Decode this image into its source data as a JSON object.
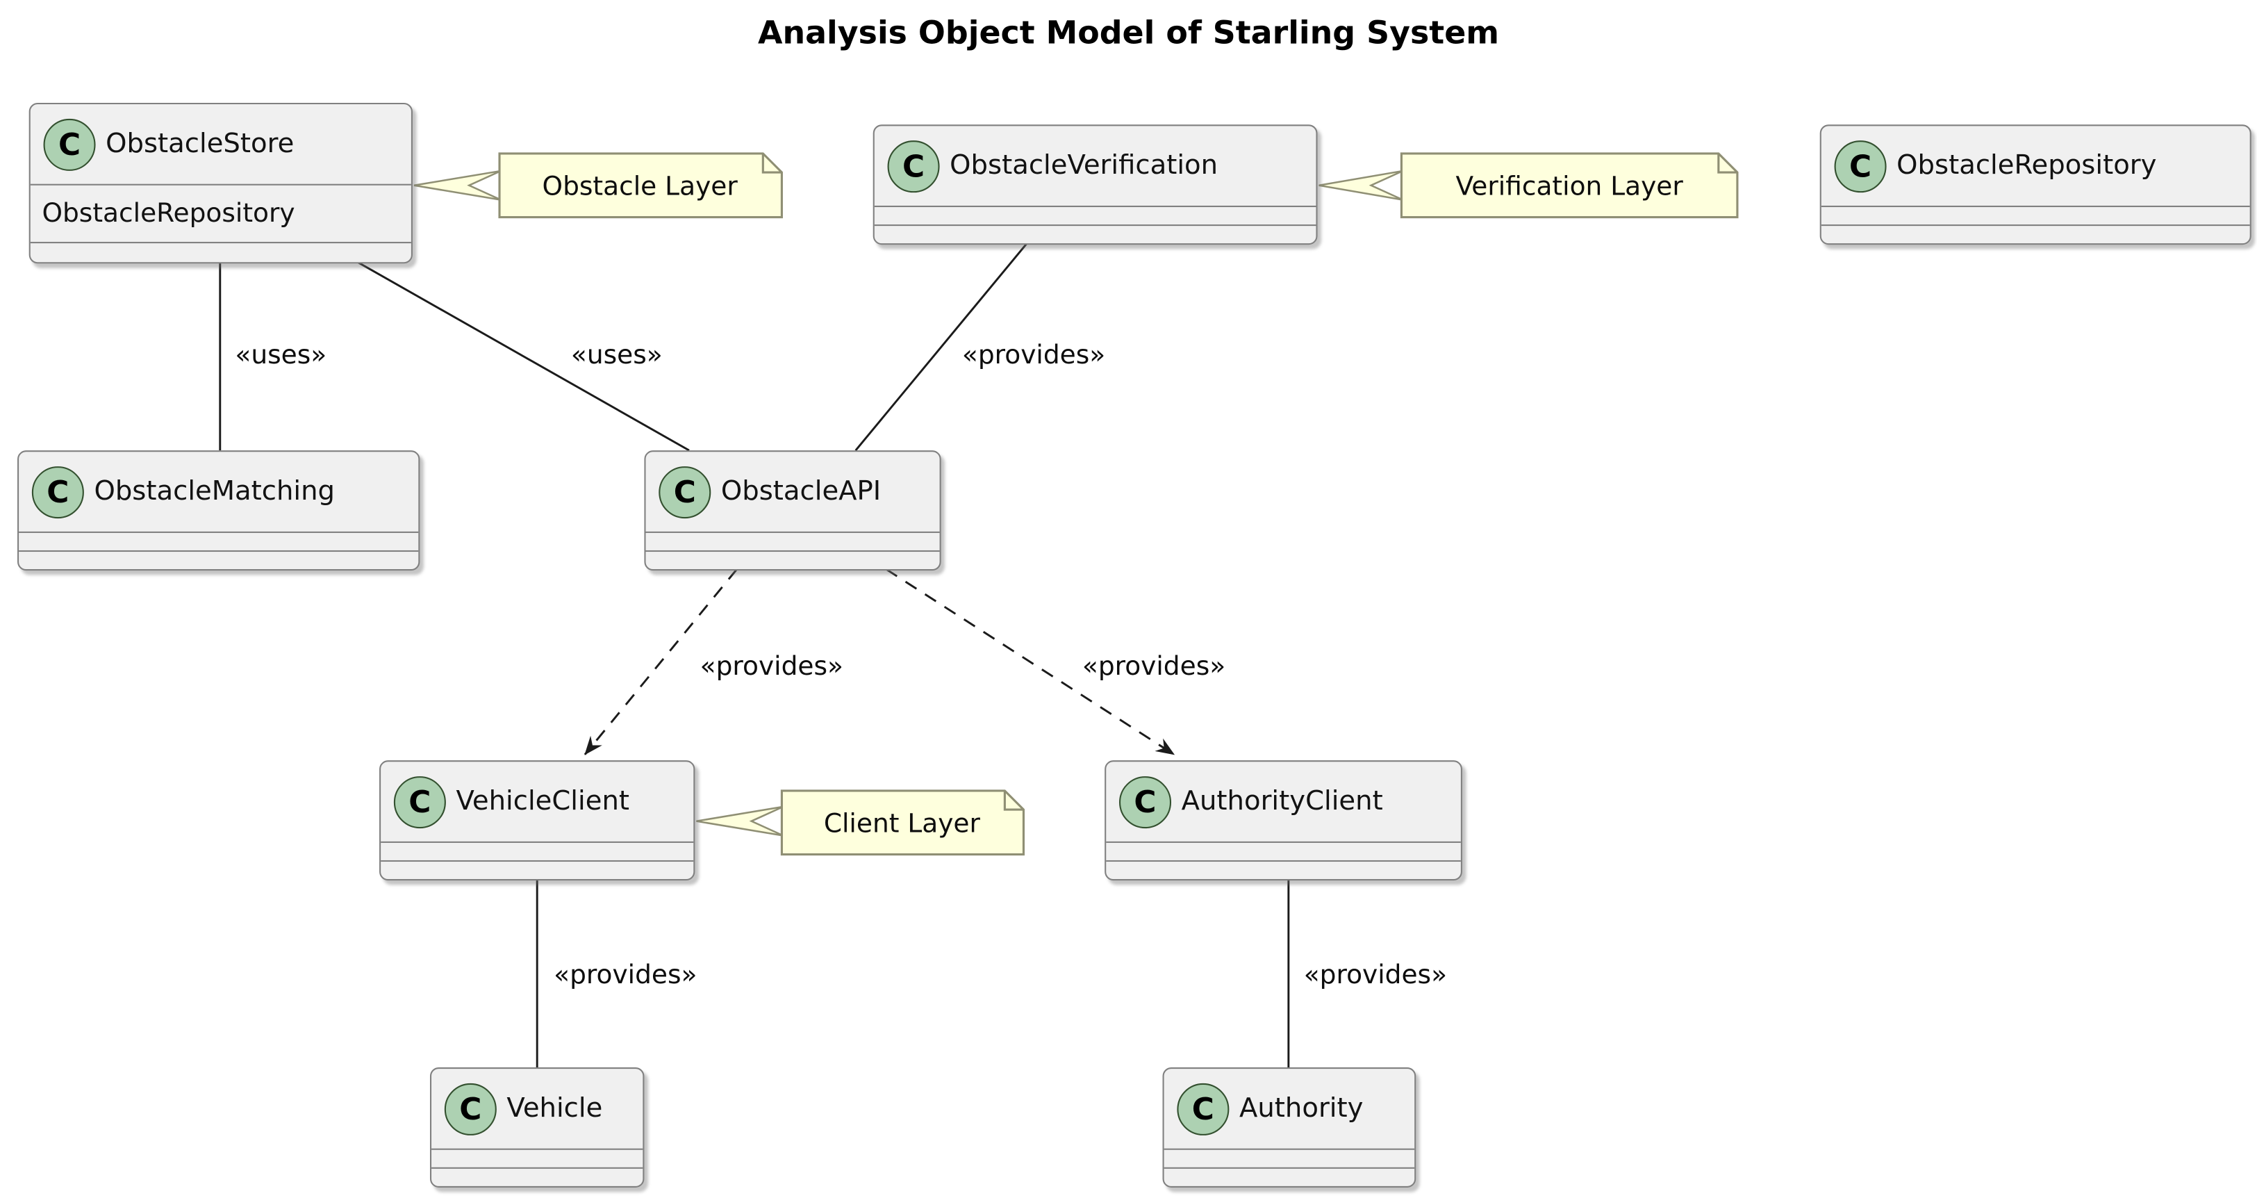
{
  "title": "Analysis Object Model of Starling System",
  "class_icon_letter": "C",
  "colors": {
    "class_fill": "#F0F0F0",
    "class_border": "#808080",
    "icon_fill": "#ADD1B2",
    "icon_border": "#33502F",
    "note_fill": "#FEFFDD",
    "note_border": "#8F8F74",
    "line": "#1B1B1B",
    "background": "#FFFFFF"
  },
  "classes": [
    {
      "name": "ObstacleStore",
      "fields": [
        "ObstacleRepository"
      ]
    },
    {
      "name": "ObstacleVerification",
      "fields": []
    },
    {
      "name": "ObstacleRepository",
      "fields": []
    },
    {
      "name": "ObstacleMatching",
      "fields": []
    },
    {
      "name": "ObstacleAPI",
      "fields": []
    },
    {
      "name": "VehicleClient",
      "fields": []
    },
    {
      "name": "AuthorityClient",
      "fields": []
    },
    {
      "name": "Vehicle",
      "fields": []
    },
    {
      "name": "Authority",
      "fields": []
    }
  ],
  "notes": [
    {
      "text": "Obstacle Layer",
      "attached_to": "ObstacleStore"
    },
    {
      "text": "Verification Layer",
      "attached_to": "ObstacleVerification"
    },
    {
      "text": "Client Layer",
      "attached_to": "VehicleClient"
    }
  ],
  "edges": [
    {
      "from": "ObstacleStore",
      "to": "ObstacleMatching",
      "label": "«uses»",
      "style": "solid"
    },
    {
      "from": "ObstacleStore",
      "to": "ObstacleAPI",
      "label": "«uses»",
      "style": "solid"
    },
    {
      "from": "ObstacleVerification",
      "to": "ObstacleAPI",
      "label": "«provides»",
      "style": "solid"
    },
    {
      "from": "ObstacleAPI",
      "to": "VehicleClient",
      "label": "«provides»",
      "style": "dashed-arrow"
    },
    {
      "from": "ObstacleAPI",
      "to": "AuthorityClient",
      "label": "«provides»",
      "style": "dashed-arrow"
    },
    {
      "from": "VehicleClient",
      "to": "Vehicle",
      "label": "«provides»",
      "style": "solid"
    },
    {
      "from": "AuthorityClient",
      "to": "Authority",
      "label": "«provides»",
      "style": "solid"
    }
  ]
}
